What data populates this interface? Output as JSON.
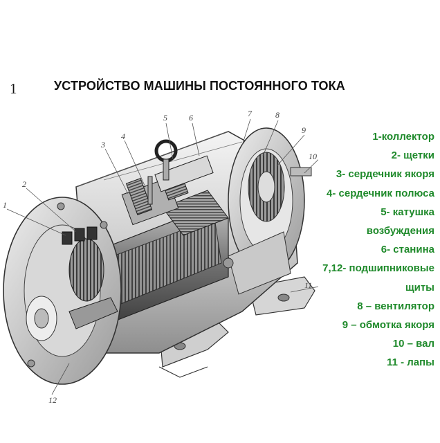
{
  "page": {
    "number": "1",
    "title": "УСТРОЙСТВО МАШИНЫ ПОСТОЯННОГО ТОКА"
  },
  "legend": {
    "items": [
      "1-коллектор",
      "2- щетки",
      "3- сердечник якоря",
      "4- сердечник полюса",
      "5- катушка",
      "возбуждения",
      "6- станина",
      "7,12- подшипниковые",
      "щиты",
      "8 – вентилятор",
      "9 – обмотка якоря",
      "10 – вал",
      "11 - лапы"
    ]
  },
  "diagram": {
    "callouts": [
      "1",
      "2",
      "3",
      "4",
      "5",
      "6",
      "7",
      "8",
      "9",
      "10",
      "11",
      "12"
    ]
  },
  "colors": {
    "legend_text": "#1f8a2b",
    "title_text": "#111111",
    "drawing_ink": "#333333"
  }
}
